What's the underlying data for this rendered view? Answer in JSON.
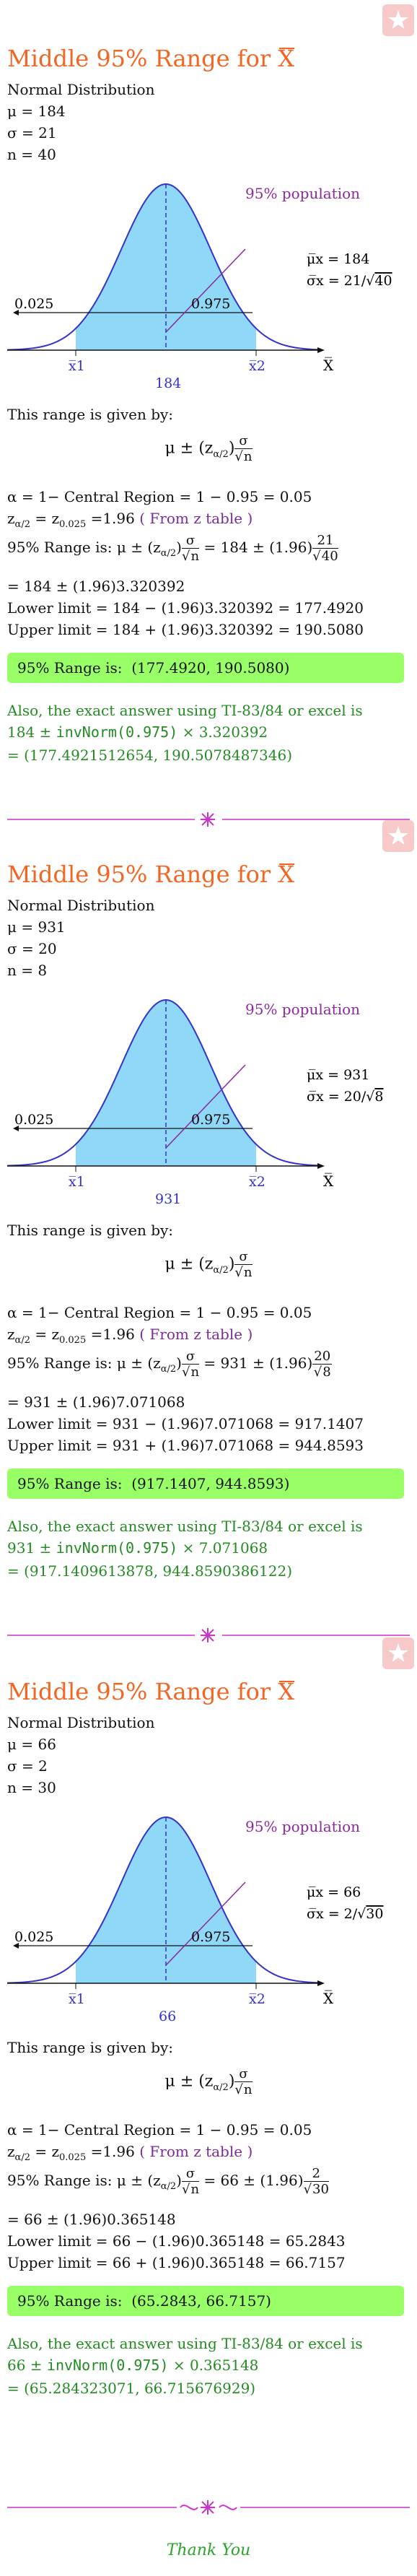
{
  "sections": [
    {
      "title_prefix": "Middle 95% Range for ",
      "title_symbol": "X",
      "dist_label": "Normal Distribution",
      "mu_line": "μ = 184",
      "sigma_line": "σ = 21",
      "n_line": "n = 40",
      "plot": {
        "population_label": "95% population",
        "mu_xbar": "μ̅x = 184",
        "sigma_xbar_prefix": "σ̅x = 21/√",
        "sigma_xbar_n": "40",
        "left_tail": "0.025",
        "center_prob": "0.975",
        "x1": "x̅1",
        "x2": "x̅2",
        "axis_label": "X̅",
        "mean_value": "184"
      },
      "given_by": "This range is given by:",
      "formula": "μ ± (z",
      "alpha_line": "α = 1− Central Region = 1 − 0.95 = 0.05",
      "z_line_prefix": "z",
      "z_line": " = z",
      "z_value": " =1.96",
      "z_table_note": "( From z table )",
      "range_label": "95% Range is:",
      "range_formula_tail": " = 184 ± (1.96)",
      "range_frac_num": "21",
      "range_frac_den": "40",
      "eval_line": "= 184 ± (1.96)3.320392",
      "lower_line": "Lower limit = 184 − (1.96)3.320392 = 177.4920",
      "upper_line": "Upper limit = 184 + (1.96)3.320392 = 190.5080",
      "result_label": "95% Range is:",
      "result_value": "(177.4920, 190.5080)",
      "exact_intro": "Also, the exact answer using TI-83/84 or excel is",
      "exact_expr_prefix": "184 ± ",
      "exact_expr_fn": "invNorm(0.975)",
      "exact_expr_suffix": " × 3.320392",
      "exact_result": "= (177.4921512654, 190.5078487346)"
    },
    {
      "title_prefix": "Middle 95% Range for ",
      "title_symbol": "X",
      "dist_label": "Normal Distribution",
      "mu_line": "μ = 931",
      "sigma_line": "σ = 20",
      "n_line": "n = 8",
      "plot": {
        "population_label": "95% population",
        "mu_xbar": "μ̅x = 931",
        "sigma_xbar_prefix": "σ̅x = 20/√",
        "sigma_xbar_n": "8",
        "left_tail": "0.025",
        "center_prob": "0.975",
        "x1": "x̅1",
        "x2": "x̅2",
        "axis_label": "X̅",
        "mean_value": "931"
      },
      "given_by": "This range is given by:",
      "formula": "μ ± (z",
      "alpha_line": "α = 1− Central Region = 1 − 0.95 = 0.05",
      "z_line_prefix": "z",
      "z_line": " = z",
      "z_value": " =1.96",
      "z_table_note": "( From z table )",
      "range_label": "95% Range is:",
      "range_formula_tail": " = 931 ± (1.96)",
      "range_frac_num": "20",
      "range_frac_den": "8",
      "eval_line": "= 931 ± (1.96)7.071068",
      "lower_line": "Lower limit = 931 − (1.96)7.071068 = 917.1407",
      "upper_line": "Upper limit = 931 + (1.96)7.071068 = 944.8593",
      "result_label": "95% Range is:",
      "result_value": "(917.1407, 944.8593)",
      "exact_intro": "Also, the exact answer using TI-83/84 or excel is",
      "exact_expr_prefix": "931 ± ",
      "exact_expr_fn": "invNorm(0.975)",
      "exact_expr_suffix": " × 7.071068",
      "exact_result": "= (917.1409613878, 944.8590386122)"
    },
    {
      "title_prefix": "Middle 95% Range for ",
      "title_symbol": "X",
      "dist_label": "Normal Distribution",
      "mu_line": "μ = 66",
      "sigma_line": "σ = 2",
      "n_line": "n = 30",
      "plot": {
        "population_label": "95% population",
        "mu_xbar": "μ̅x = 66",
        "sigma_xbar_prefix": "σ̅x = 2/√",
        "sigma_xbar_n": "30",
        "left_tail": "0.025",
        "center_prob": "0.975",
        "x1": "x̅1",
        "x2": "x̅2",
        "axis_label": "X̅",
        "mean_value": "66"
      },
      "given_by": "This range is given by:",
      "formula": "μ ± (z",
      "alpha_line": "α = 1− Central Region = 1 − 0.95 = 0.05",
      "z_line_prefix": "z",
      "z_line": " = z",
      "z_value": " =1.96",
      "z_table_note": "( From z table )",
      "range_label": "95% Range is:",
      "range_formula_tail": " = 66 ± (1.96)",
      "range_frac_num": "2",
      "range_frac_den": "30",
      "eval_line": "= 66 ± (1.96)0.365148",
      "lower_line": "Lower limit = 66 − (1.96)0.365148 = 65.2843",
      "upper_line": "Upper limit = 66 + (1.96)0.365148 = 66.7157",
      "result_label": "95% Range is:",
      "result_value": "(65.2843, 66.7157)",
      "exact_intro": "Also, the exact answer using TI-83/84 or excel is",
      "exact_expr_prefix": "66 ± ",
      "exact_expr_fn": "invNorm(0.975)",
      "exact_expr_suffix": " × 0.365148",
      "exact_result": "= (65.284323071, 66.715676929)"
    }
  ],
  "thank_you": "Thank You",
  "colors": {
    "title": "#f26522",
    "curve_fill": "#8fd8f8",
    "curve_stroke": "#3333cc",
    "population": "#8b2a9b",
    "result_box": "#99ff66",
    "exact_text": "#228b22",
    "divider": "#cc33cc"
  }
}
